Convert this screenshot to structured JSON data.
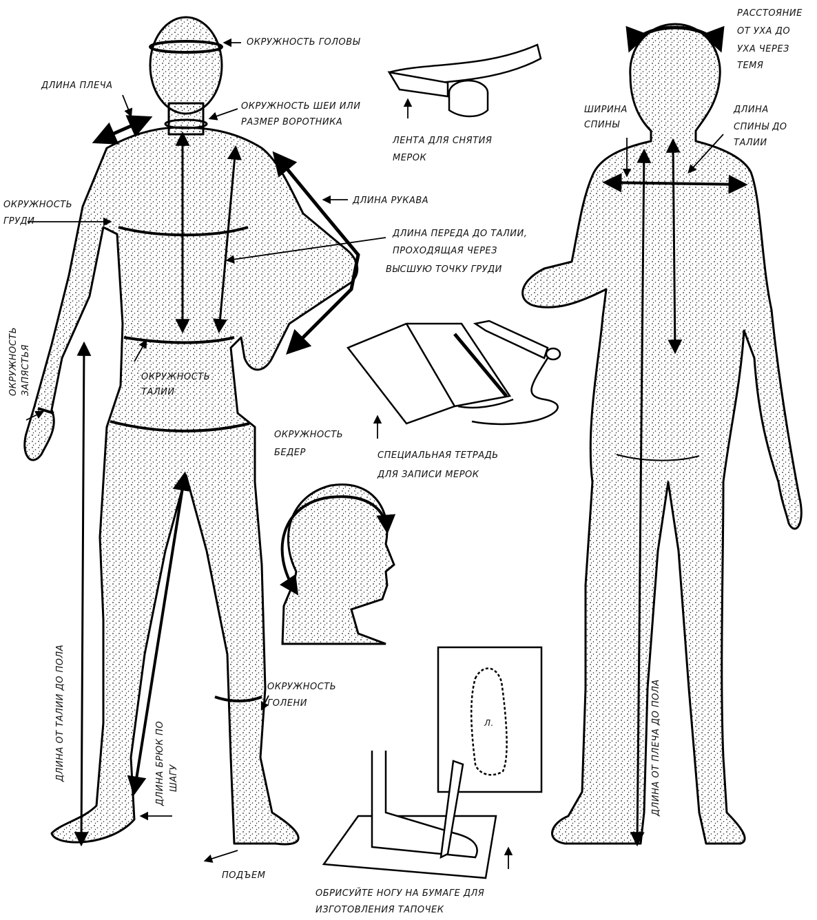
{
  "labels": {
    "head_circ": "окружность головы",
    "shoulder_len": "длина плеча",
    "neck_1": "окружность шеи или",
    "neck_2": "размер воротника",
    "tape_1": "лента для снятия",
    "tape_2": "мерок",
    "ear_1": "расстояние",
    "ear_2": "от уха до",
    "ear_3": "уха через",
    "ear_4": "темя",
    "back_width_1": "ширина",
    "back_width_2": "спины",
    "back_len_1": "длина",
    "back_len_2": "спины до",
    "back_len_3": "талии",
    "chest_1": "окружность",
    "chest_2": "груди",
    "sleeve_len": "длина рукава",
    "front_1": "длина переда до талии,",
    "front_2": "проходящая через",
    "front_3": "высшую точку груди",
    "wrist_1": "окружность",
    "wrist_2": "запястья",
    "waist_1": "окружность",
    "waist_2": "талии",
    "hip_1": "окружность",
    "hip_2": "бедер",
    "notebook_1": "специальная тетрадь",
    "notebook_2": "для записи мерок",
    "waist_floor": "длина от талии до пола",
    "inseam_1": "длина брюк по",
    "inseam_2": "шагу",
    "calf_1": "окружность",
    "calf_2": "голени",
    "instep": "подъем",
    "shoulder_floor": "длина от плеча до пола",
    "trace_1": "обрисуйте ногу на бумаге для",
    "trace_2": "изготовления тапочек",
    "foot_letter": "л."
  }
}
